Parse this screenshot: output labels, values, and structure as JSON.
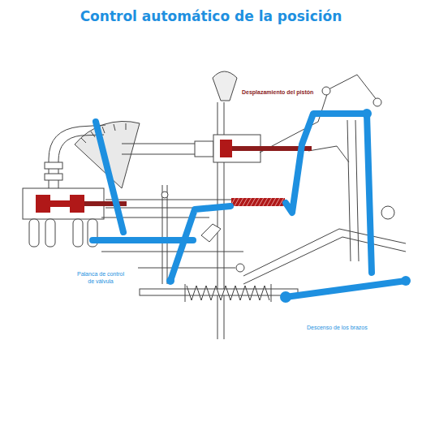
{
  "diagram": {
    "title": "Control automático de la posición",
    "labels": [
      "Desplazamiento del pistón",
      "Palanca de control de válvula",
      "Descenso de los brazos"
    ]
  }
}
